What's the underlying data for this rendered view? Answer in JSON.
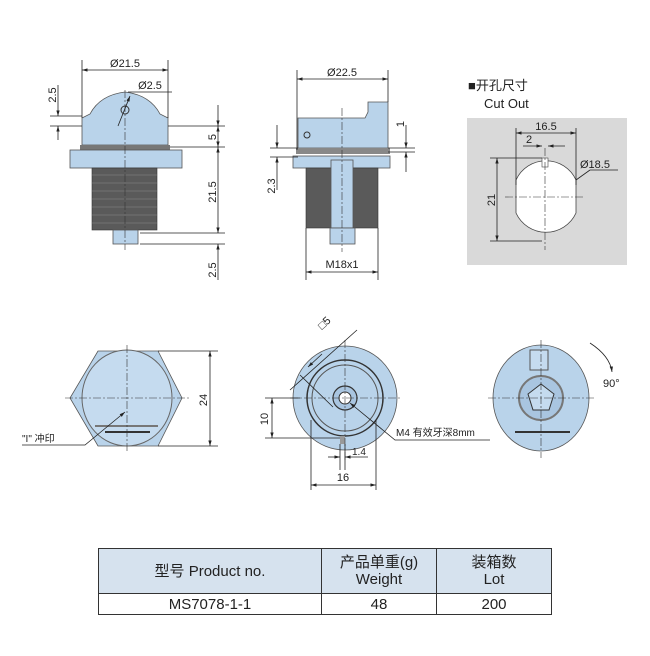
{
  "views": {
    "side_view_1": {
      "dia_top": "Ø21.5",
      "dia_hole": "Ø2.5",
      "dim_dome": "2.5",
      "dim_body": "5",
      "dim_thread": "21.5",
      "dim_stem": "2.5"
    },
    "side_view_2": {
      "dia_body": "Ø22.5",
      "dim_gap": "1",
      "dim_flange": "2.3",
      "thread_spec": "M18x1"
    },
    "cut_out": {
      "title_cn": "■开孔尺寸",
      "title_en": "Cut Out",
      "width": "16.5",
      "key": "2",
      "diameter": "Ø18.5",
      "height": "21"
    },
    "front_view": {
      "height": "24",
      "mark_label": "\"I\" 冲印"
    },
    "rear_view": {
      "square": "□5",
      "offset": "10",
      "thread_note": "M4 有效牙深8mm",
      "pin": "1.4",
      "width": "16"
    },
    "rotation_view": {
      "angle": "90°"
    }
  },
  "table": {
    "headers": [
      {
        "line1": "型号 Product no.",
        "line2": ""
      },
      {
        "line1": "产品单重(g)",
        "line2": "Weight"
      },
      {
        "line1": "装箱数",
        "line2": "Lot"
      }
    ],
    "rows": [
      [
        "MS7078-1-1",
        "48",
        "200"
      ]
    ]
  },
  "colors": {
    "part": "#b9d3ea",
    "thread": "#5a5a5a",
    "cutout_bg": "#d9d9d9",
    "header_bg": "#d6e2ee"
  }
}
